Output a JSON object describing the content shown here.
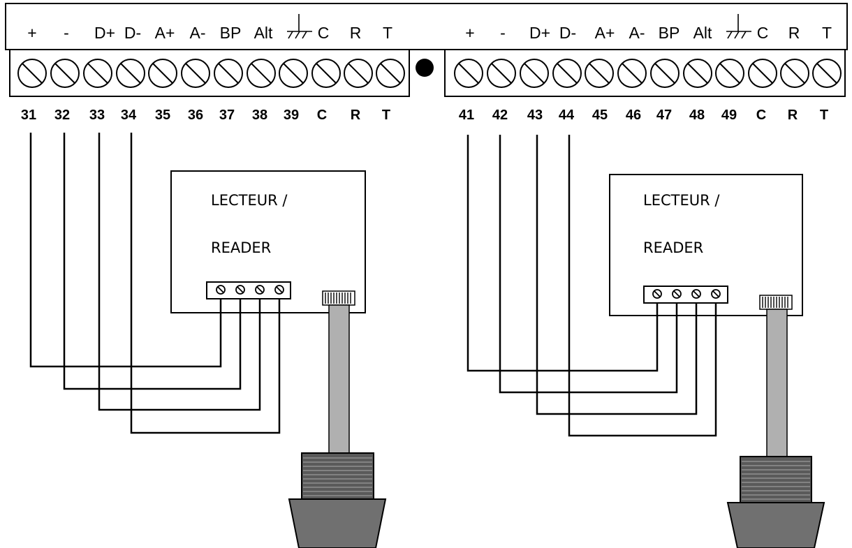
{
  "panels": [
    {
      "id": "left",
      "header_labels": [
        "+",
        "-",
        "D+",
        "D-",
        "A+",
        "A-",
        "BP",
        "Alt",
        "",
        "C",
        "R",
        "T"
      ],
      "terminal_numbers": [
        "31",
        "32",
        "33",
        "34",
        "35",
        "36",
        "37",
        "38",
        "39",
        "C",
        "R",
        "T"
      ],
      "reader": {
        "line1": "LECTEUR /",
        "line2": "READER"
      }
    },
    {
      "id": "right",
      "header_labels": [
        "+",
        "-",
        "D+",
        "D-",
        "A+",
        "A-",
        "BP",
        "Alt",
        "",
        "C",
        "R",
        "T"
      ],
      "terminal_numbers": [
        "41",
        "42",
        "43",
        "44",
        "45",
        "46",
        "47",
        "48",
        "49",
        "C",
        "R",
        "T"
      ],
      "reader": {
        "line1": "LECTEUR /",
        "line2": "READER"
      }
    }
  ],
  "ground_symbol": "ground-icon"
}
